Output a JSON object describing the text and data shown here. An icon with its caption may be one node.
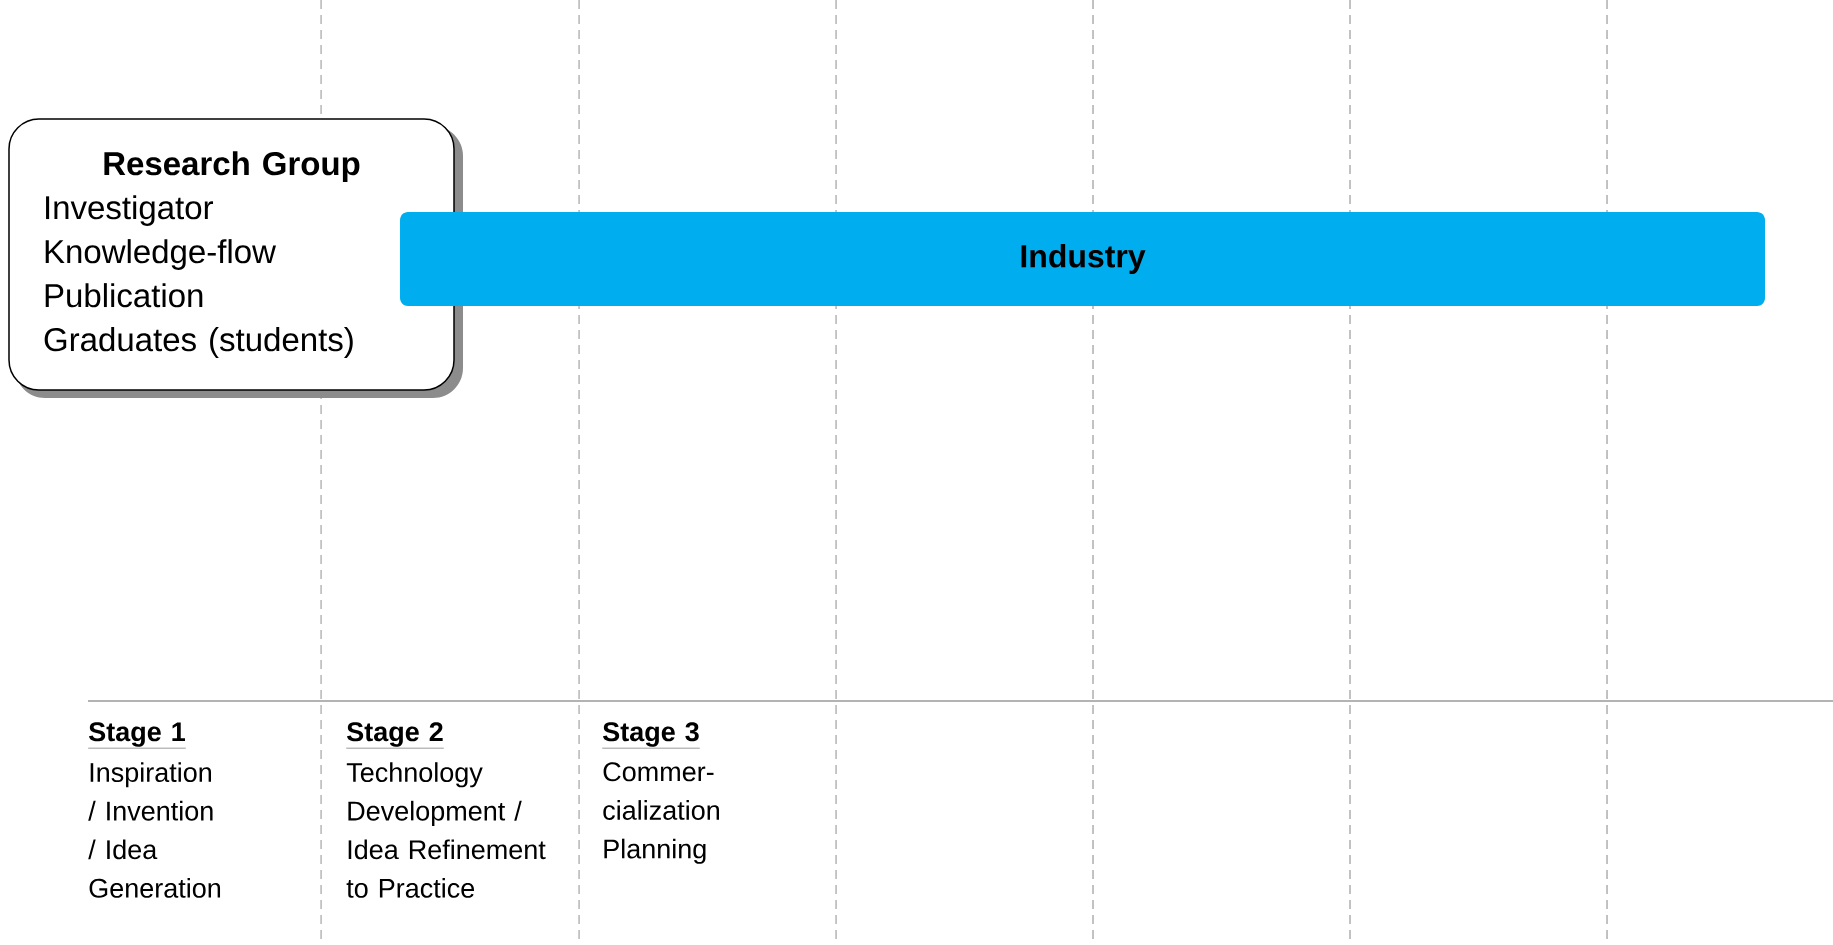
{
  "diagram": {
    "nodes": [
      {
        "text": [
          "Research Group",
          "Investigator",
          "Knowledge-flow",
          "Publication",
          "Graduates (students)"
        ]
      },
      {
        "text": [
          "Industry"
        ]
      }
    ],
    "labels": [
      "Stage 1",
      "Inspiration / Invention / Idea Generation",
      "Stage 2",
      "Technology Development / Idea Refinement to Practice",
      "Stage 3",
      "Commer- cialization Planning"
    ]
  }
}
